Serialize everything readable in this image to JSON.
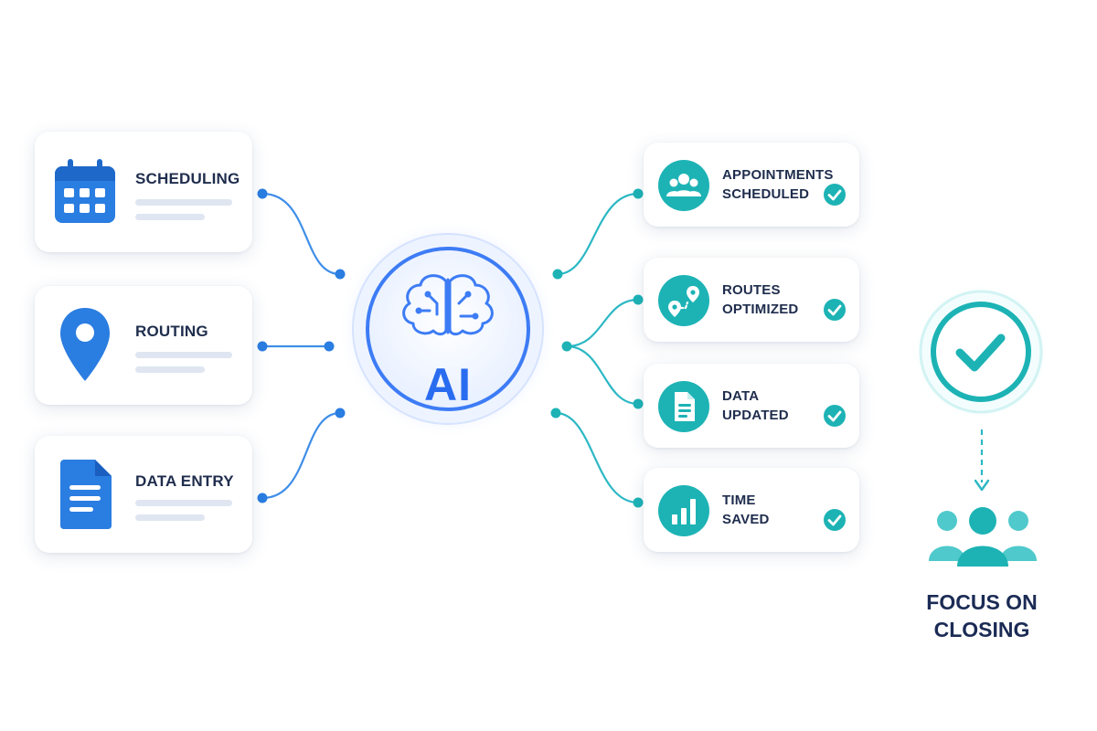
{
  "center": {
    "label": "AI"
  },
  "inputs": [
    {
      "label": "SCHEDULING",
      "icon": "calendar-icon"
    },
    {
      "label": "ROUTING",
      "icon": "map-pin-icon"
    },
    {
      "label": "DATA ENTRY",
      "icon": "document-icon"
    }
  ],
  "outputs": [
    {
      "line1": "APPOINTMENTS",
      "line2": "SCHEDULED",
      "icon": "group-icon"
    },
    {
      "line1": "ROUTES",
      "line2": "OPTIMIZED",
      "icon": "route-icon"
    },
    {
      "line1": "DATA",
      "line2": "UPDATED",
      "icon": "document-icon"
    },
    {
      "line1": "TIME",
      "line2": "SAVED",
      "icon": "bar-chart-icon"
    }
  ],
  "result": {
    "line1": "FOCUS ON",
    "line2": "CLOSING",
    "icon": "team-icon"
  },
  "colors": {
    "input_blue": "#2a7de1",
    "ai_blue": "#2a6cf0",
    "teal": "#1db3b5",
    "heading_navy": "#1b2b55"
  }
}
